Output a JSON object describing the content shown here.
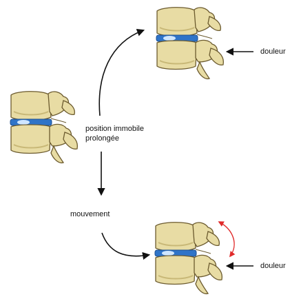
{
  "labels": {
    "position_line1": "position immobile",
    "position_line2": "prolongée",
    "movement": "mouvement",
    "pain_top": "douleur",
    "pain_bottom": "douleur"
  },
  "colors": {
    "bone": "#e8dca4",
    "bone_outline": "#6b5a2e",
    "bone_shade": "#c8b877",
    "disc": "#2f74c8",
    "disc_nucleus": "#cfe6ff",
    "arrow": "#111111",
    "red_arrow": "#e02a2a"
  }
}
